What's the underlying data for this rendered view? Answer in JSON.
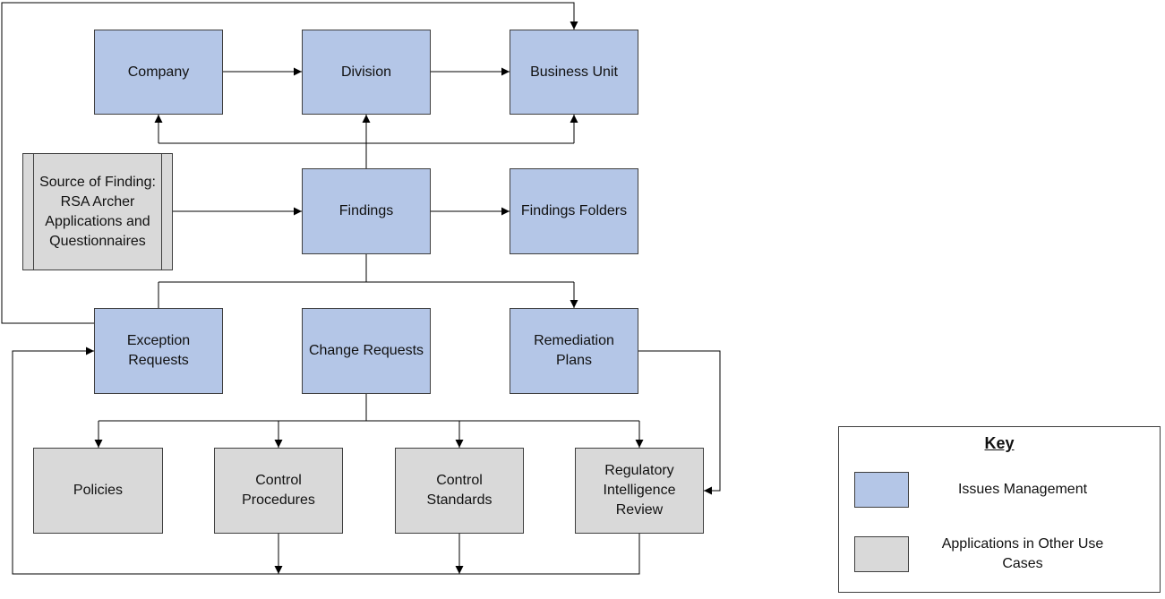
{
  "nodes": {
    "company": "Company",
    "division": "Division",
    "business_unit": "Business Unit",
    "source_of_finding": "Source of Finding:\nRSA Archer\nApplications and\nQuestionnaires",
    "findings": "Findings",
    "findings_folders": "Findings Folders",
    "exception_requests": "Exception\nRequests",
    "change_requests": "Change Requests",
    "remediation_plans": "Remediation\nPlans",
    "policies": "Policies",
    "control_procedures": "Control\nProcedures",
    "control_standards": "Control\nStandards",
    "regulatory_intelligence_review": "Regulatory\nIntelligence\nReview"
  },
  "key": {
    "title": "Key",
    "issues_management": "Issues Management",
    "other_use_cases": "Applications in Other Use\nCases"
  },
  "colors": {
    "issues_management": "#b4c6e7",
    "other_use_cases": "#d9d9d9",
    "connector": "#000000"
  }
}
